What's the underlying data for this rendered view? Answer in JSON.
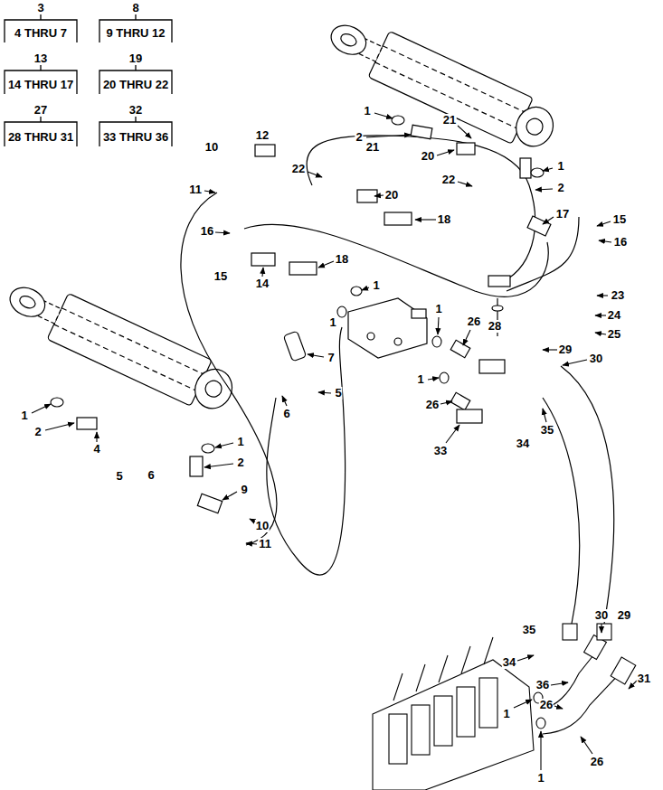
{
  "diagram": {
    "labels": [
      "3",
      "4 THRU 7",
      "8",
      "9 THRU 12",
      "13",
      "14 THRU 17",
      "19",
      "20 THRU 22",
      "27",
      "28 THRU 31",
      "32",
      "33 THRU 36",
      "1",
      "2",
      "21",
      "20",
      "22",
      "1",
      "2",
      "17",
      "15",
      "16",
      "23",
      "24",
      "25",
      "10",
      "12",
      "11",
      "22",
      "21",
      "20",
      "18",
      "16",
      "15",
      "14",
      "18",
      "1",
      "1",
      "1",
      "26",
      "28",
      "29",
      "30",
      "7",
      "5",
      "6",
      "1",
      "26",
      "33",
      "34",
      "35",
      "1",
      "2",
      "4",
      "5",
      "6",
      "1",
      "2",
      "9",
      "10",
      "11",
      "35",
      "30",
      "29",
      "34",
      "36",
      "26",
      "31",
      "1",
      "1",
      "26"
    ]
  }
}
